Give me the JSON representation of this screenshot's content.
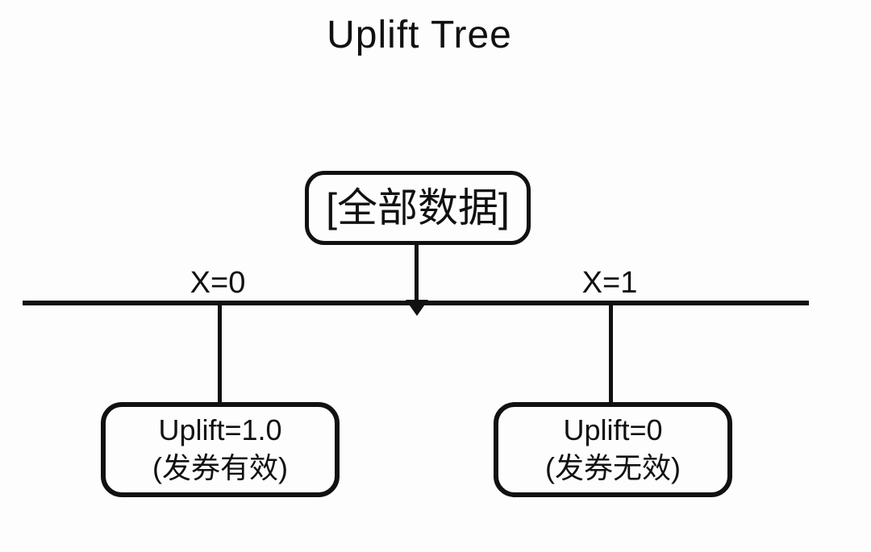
{
  "title": "Uplift Tree",
  "colors": {
    "background": "#fdfdfd",
    "line": "#111111",
    "text": "#111111"
  },
  "tree": {
    "root": {
      "label": "[全部数据]"
    },
    "branches": [
      {
        "condition": "X=0",
        "leaf": {
          "line1": "Uplift=1.0",
          "line2": "(发券有效)"
        }
      },
      {
        "condition": "X=1",
        "leaf": {
          "line1": "Uplift=0",
          "line2": "(发券无效)"
        }
      }
    ]
  }
}
